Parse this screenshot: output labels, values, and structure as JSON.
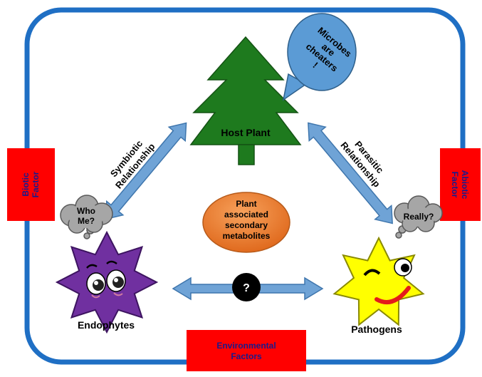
{
  "nodes": {
    "host_plant": "Host Plant",
    "endophytes": "Endophytes",
    "pathogens": "Pathogens",
    "metabolites": [
      "Plant",
      "associated",
      "secondary",
      "metabolites"
    ]
  },
  "relationships": {
    "symbiotic": [
      "Symbiotic",
      "Relationship"
    ],
    "parasitic": [
      "Parasitic",
      "Relationship"
    ],
    "unknown": "?"
  },
  "speech": {
    "plant": [
      "Microbes",
      "are",
      "cheaters",
      "!"
    ],
    "endophytes": [
      "Who",
      "Me?"
    ],
    "pathogens": "Really?"
  },
  "factors": {
    "biotic": [
      "Biotic",
      "Factor"
    ],
    "abiotic": [
      "Abiotic",
      "Factor"
    ],
    "environmental": [
      "Environmental",
      "Factors"
    ]
  },
  "colors": {
    "frame": "#1f6fc4",
    "arrow": "#6fa3d6",
    "plant": "#1e7a1e",
    "factor_box": "#ff0000",
    "factor_text": "#1a1a8c",
    "endophyte": "#7030a0",
    "pathogen": "#ffff00",
    "metabolite": "#ed7d31",
    "speech_blue": "#5b9bd5",
    "thought_gray": "#a6a6a6"
  }
}
